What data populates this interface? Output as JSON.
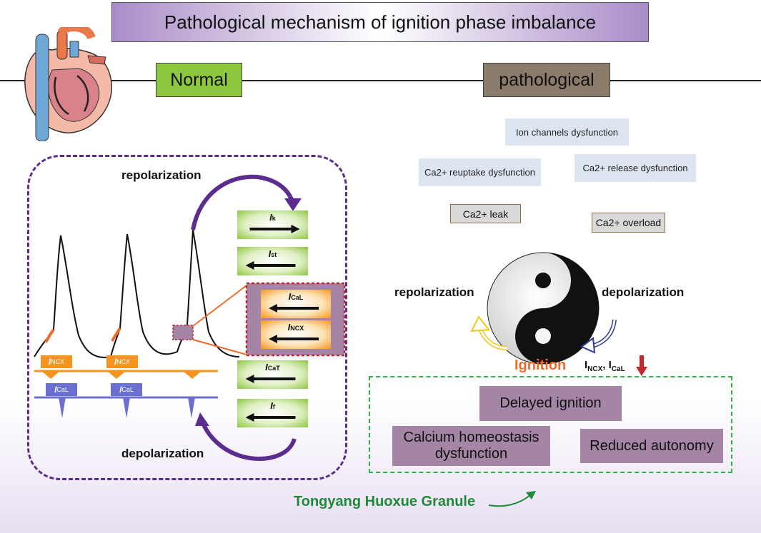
{
  "title": "Pathological mechanism of ignition phase imbalance",
  "normal": {
    "label": "Normal",
    "repolarization": "repolarization",
    "depolarization": "depolarization",
    "channels": [
      {
        "symbol": "I",
        "sub": "k",
        "direction": "right"
      },
      {
        "symbol": "I",
        "sub": "st",
        "direction": "left"
      },
      {
        "symbol": "I",
        "sub": "CaL",
        "direction": "left"
      },
      {
        "symbol": "I",
        "sub": "NCX",
        "direction": "left"
      },
      {
        "symbol": "I",
        "sub": "CaT",
        "direction": "left"
      },
      {
        "symbol": "I",
        "sub": "f",
        "direction": "left"
      }
    ],
    "current_tags": {
      "ncx": {
        "symbol": "I",
        "sub": "NCX"
      },
      "cal": {
        "symbol": "I",
        "sub": "CaL"
      }
    }
  },
  "pathological": {
    "label": "pathological",
    "factors": {
      "ion_channels": "Ion channels dysfunction",
      "reuptake": "Ca2+ reuptake dysfunction",
      "release": "Ca2+ release dysfunction",
      "leak": "Ca2+ leak",
      "overload": "Ca2+ overload"
    },
    "repolarization": "repolarization",
    "depolarization": "depolarization",
    "ignition": "Ignition",
    "ignition_currents": {
      "ncx": "NCX",
      "cal": "CaL",
      "prefix": "I"
    },
    "outcomes": {
      "delayed": "Delayed ignition",
      "calcium_line1": "Calcium homeostasis",
      "calcium_line2": "dysfunction",
      "autonomy": "Reduced autonomy"
    }
  },
  "treatment": "Tongyang Huoxue Granule",
  "colors": {
    "title_purple": "#a98cc7",
    "normal_green": "#8dc63f",
    "path_brown": "#8b7b6b",
    "dashed_purple": "#5b2d8e",
    "dashed_green": "#2db34a",
    "ncx_orange": "#f7941d",
    "cal_blue": "#6a6fd0",
    "ignition_orange": "#ef6b2c",
    "treatment_green": "#1f8b3a",
    "arrow_red": "#c1272d"
  }
}
